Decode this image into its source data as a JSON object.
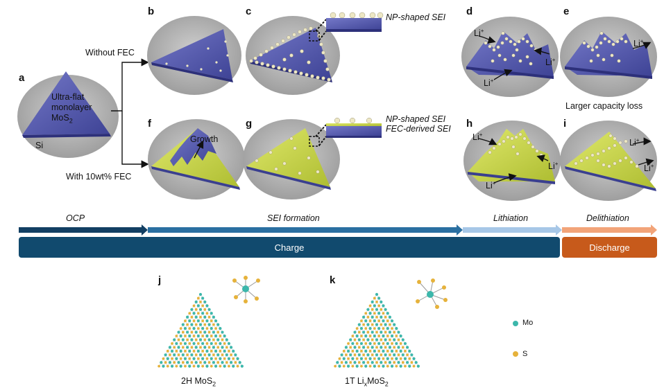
{
  "panels": {
    "a": {
      "letter": "a",
      "lines": [
        "Ultra-flat",
        "monolayer"
      ],
      "mos2_prefix": "MoS",
      "mos2_sub": "2",
      "substrate": "Si"
    },
    "b": {
      "letter": "b"
    },
    "c": {
      "letter": "c",
      "callout": "NP-shaped SEI"
    },
    "d": {
      "letter": "d"
    },
    "e": {
      "letter": "e",
      "caption": "Larger capacity loss"
    },
    "f": {
      "letter": "f",
      "annotation": "Growth"
    },
    "g": {
      "letter": "g",
      "callout_1": "NP-shaped SEI",
      "callout_2": "FEC-derived SEI"
    },
    "h": {
      "letter": "h"
    },
    "i": {
      "letter": "i"
    },
    "j": {
      "letter": "j",
      "label_prefix": "2H MoS",
      "label_sub": "2"
    },
    "k": {
      "letter": "k",
      "label_prefix": "1T Li",
      "label_sub_x": "x",
      "label_mid": "MoS",
      "label_sub": "2"
    }
  },
  "branches": {
    "top": "Without FEC",
    "bottom": "With 10wt% FEC"
  },
  "li_ion": {
    "base": "Li",
    "sup": "+"
  },
  "stages": [
    {
      "label": "OCP",
      "color": "#123f63"
    },
    {
      "label": "SEI formation",
      "color": "#2a6fa1"
    },
    {
      "label": "Lithiation",
      "color": "#a7c7e7"
    },
    {
      "label": "Delithiation",
      "color": "#f2a479"
    }
  ],
  "bars": {
    "charge": {
      "label": "Charge",
      "color": "#114a6e"
    },
    "discharge": {
      "label": "Discharge",
      "color": "#c75a1b"
    }
  },
  "legend": {
    "mo": "Mo",
    "s": "S",
    "mo_color": "#3cb7ab",
    "s_color": "#e6b23b"
  },
  "colors": {
    "mos2": "#5a5fb5",
    "fec": "#c9d84a",
    "disk": "#b0b0b0",
    "np": "#ede7c4"
  }
}
